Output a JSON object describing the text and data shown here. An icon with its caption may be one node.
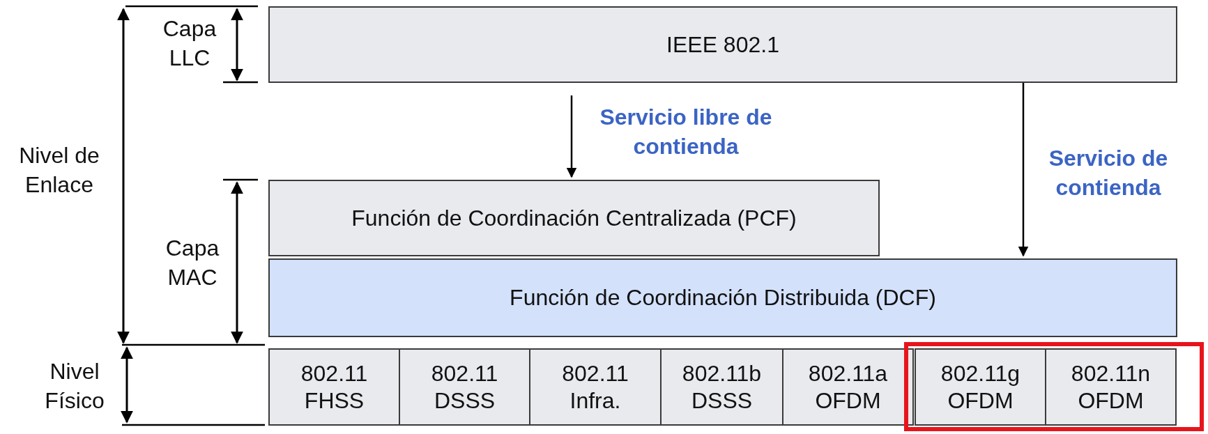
{
  "diagram": {
    "nodes": [
      {
        "text": [
          "IEEE 802.1"
        ]
      },
      {
        "text": [
          "Función de Coordinación Centralizada (PCF)"
        ]
      },
      {
        "text": [
          "Función de Coordinación Distribuida (DCF)"
        ]
      },
      {
        "text": [
          "802.11",
          "FHSS"
        ]
      },
      {
        "text": [
          "802.11",
          "DSSS"
        ]
      },
      {
        "text": [
          "802.11",
          "Infra."
        ]
      },
      {
        "text": [
          "802.11b",
          "DSSS"
        ]
      },
      {
        "text": [
          "802.11a",
          "OFDM"
        ]
      },
      {
        "text": [],
        "shape": "box"
      },
      {
        "text": [
          "802.11g",
          "OFDM"
        ],
        "in": 8
      },
      {
        "text": [
          "802.11n",
          "OFDM"
        ],
        "in": 8
      }
    ],
    "edges": [
      {
        "from": 0,
        "to": 1,
        "arrow": "to",
        "label": "Servicio libre de contienda"
      },
      {
        "from": 0,
        "to": 2,
        "arrow": "to",
        "label": "Servicio de contienda"
      }
    ],
    "labels": [
      "Capa LLC",
      "Nivel de Enlace",
      "Capa MAC",
      "Nivel Físico"
    ]
  }
}
